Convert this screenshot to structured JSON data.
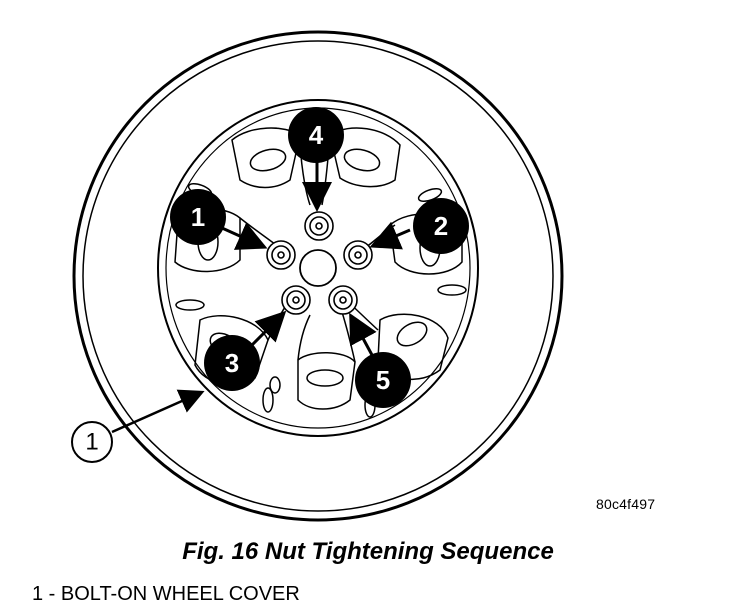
{
  "figure": {
    "caption": "Fig. 16 Nut Tightening Sequence",
    "reference_code": "80c4f497",
    "legend_items": [
      {
        "number": "1",
        "separator": " - ",
        "text": "BOLT-ON WHEEL COVER"
      }
    ],
    "sequence_labels": [
      "1",
      "2",
      "3",
      "4",
      "5"
    ],
    "callout_label": "1"
  }
}
